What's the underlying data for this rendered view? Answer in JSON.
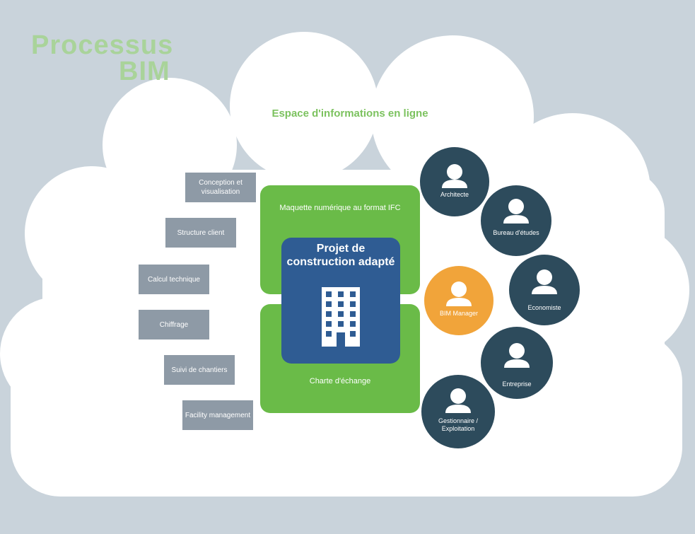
{
  "title": {
    "line1": "Processus",
    "line2": "BIM"
  },
  "subtitle": "Espace d'informations en ligne",
  "left_boxes": [
    {
      "label": "Conception et visualisation"
    },
    {
      "label": "Structure client"
    },
    {
      "label": "Calcul technique"
    },
    {
      "label": "Chiffrage"
    },
    {
      "label": "Suivi de chantiers"
    },
    {
      "label": "Facility management"
    }
  ],
  "center": {
    "top_label": "Maquette numérique au format IFC",
    "project_label": "Projet de construction adapté",
    "bottom_label": "Charte d'échange"
  },
  "stakeholders": [
    {
      "label": "Architecte"
    },
    {
      "label": "Bureau d'études"
    },
    {
      "label": "Economiste"
    },
    {
      "label": "BIM Manager",
      "highlight": true
    },
    {
      "label": "Entreprise"
    },
    {
      "label": "Gestionnaire / Exploitation"
    }
  ],
  "colors": {
    "background": "#c9d3db",
    "cloud": "#ffffff",
    "title": "#a9d39a",
    "subtitle": "#7cc25f",
    "green_panel": "#6abb48",
    "project_panel": "#2f5c93",
    "grey_box": "#8e9aa6",
    "stakeholder": "#2d4b5c",
    "bim_manager": "#f1a43a"
  },
  "icons": {
    "person": "person-icon",
    "building": "building-icon"
  }
}
